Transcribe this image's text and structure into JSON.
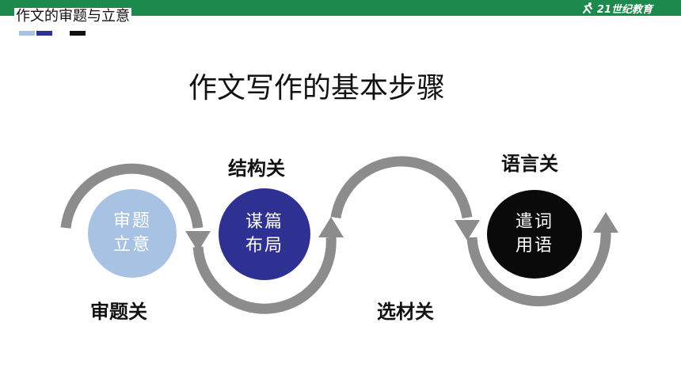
{
  "header": {
    "section_title": "作文的审题与立意",
    "brand_logo_text": "21世纪教育",
    "colors": {
      "bar": "#1c8a4d",
      "accent_light": "#a7c2e2",
      "accent_dark": "#2e3192",
      "accent_black": "#111111"
    }
  },
  "slide": {
    "title": "作文写作的基本步骤"
  },
  "steps": [
    {
      "label": "审题关",
      "circle_text_1": "审题",
      "circle_text_2": "立意",
      "circle_color": "#a7c2e2"
    },
    {
      "label": "结构关",
      "circle_text_1": "谋篇",
      "circle_text_2": "布局",
      "circle_color": "#2e3192"
    },
    {
      "label": "选材关"
    },
    {
      "label": "语言关",
      "circle_text_1": "遣词",
      "circle_text_2": "用语",
      "circle_color": "#0a0a0a"
    }
  ],
  "arrow_color": "#8c8c8c"
}
